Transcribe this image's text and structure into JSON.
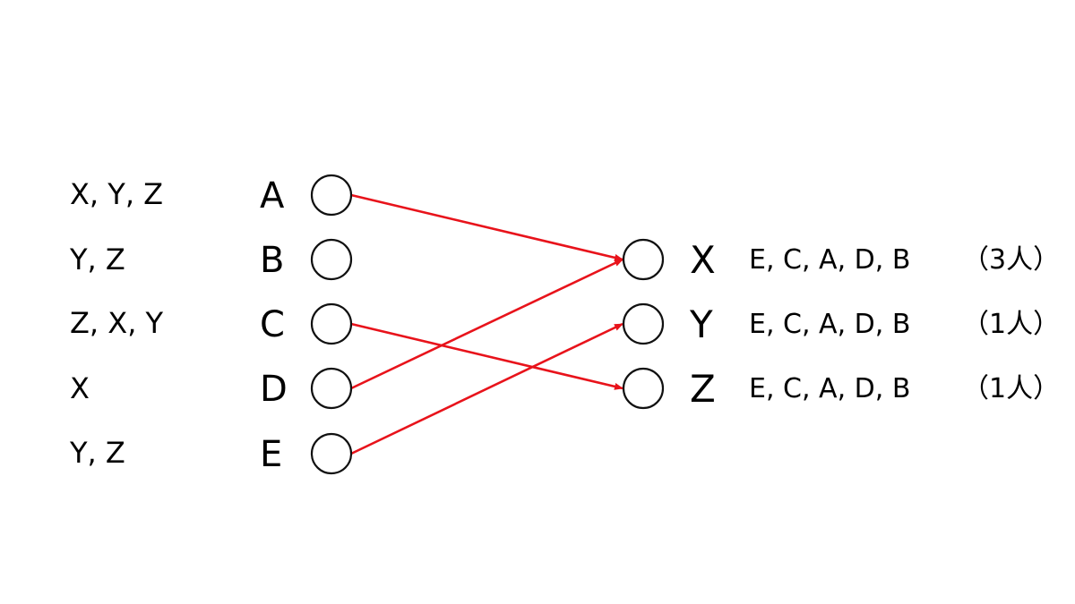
{
  "proposers": [
    {
      "id": "A",
      "prefs": "X, Y, Z"
    },
    {
      "id": "B",
      "prefs": "Y, Z"
    },
    {
      "id": "C",
      "prefs": "Z, X, Y"
    },
    {
      "id": "D",
      "prefs": "X"
    },
    {
      "id": "E",
      "prefs": "Y, Z"
    }
  ],
  "acceptors": [
    {
      "id": "X",
      "ranking": "E, C, A, D, B",
      "capacity": "（3人）"
    },
    {
      "id": "Y",
      "ranking": "E, C, A, D, B",
      "capacity": "（1人）"
    },
    {
      "id": "Z",
      "ranking": "E, C, A, D, B",
      "capacity": "（1人）"
    }
  ],
  "edges": [
    {
      "from": "A",
      "to": "X"
    },
    {
      "from": "C",
      "to": "Z"
    },
    {
      "from": "D",
      "to": "X"
    },
    {
      "from": "E",
      "to": "Y"
    }
  ],
  "colors": {
    "edge": "#e8131b",
    "node": "#111111"
  }
}
